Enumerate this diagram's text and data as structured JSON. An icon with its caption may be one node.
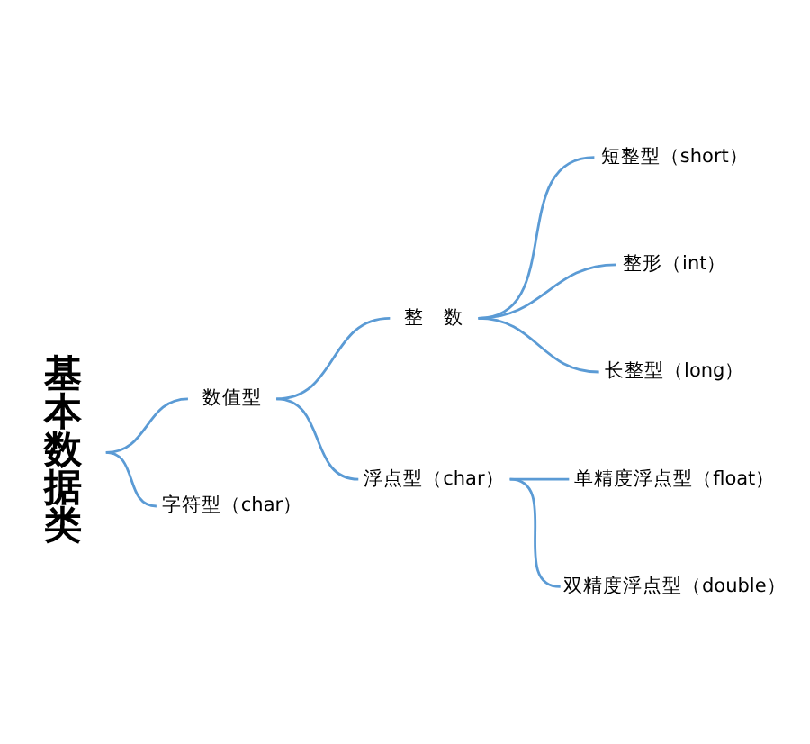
{
  "diagram": {
    "nodes": [
      {
        "text": [
          "基本数据类"
        ]
      },
      {
        "text": [
          "数值型"
        ]
      },
      {
        "text": [
          "整　数"
        ]
      },
      {
        "text": [
          "短整型（short）"
        ]
      },
      {
        "text": [
          "整形（int）"
        ]
      },
      {
        "text": [
          "长整型（long）"
        ]
      },
      {
        "text": [
          "浮点型（char）"
        ]
      },
      {
        "text": [
          "单精度浮点型（float）"
        ]
      },
      {
        "text": [
          "双精度浮点型（double）"
        ]
      },
      {
        "text": [
          "字符型（char）"
        ]
      }
    ],
    "edges": [
      {
        "from": 0,
        "to": 1,
        "arrow": "none"
      },
      {
        "from": 0,
        "to": 9,
        "arrow": "none"
      },
      {
        "from": 1,
        "to": 2,
        "arrow": "none"
      },
      {
        "from": 1,
        "to": 6,
        "arrow": "none"
      },
      {
        "from": 2,
        "to": 3,
        "arrow": "none"
      },
      {
        "from": 2,
        "to": 4,
        "arrow": "none"
      },
      {
        "from": 2,
        "to": 5,
        "arrow": "none"
      },
      {
        "from": 6,
        "to": 7,
        "arrow": "none"
      },
      {
        "from": 6,
        "to": 8,
        "arrow": "none"
      }
    ]
  }
}
